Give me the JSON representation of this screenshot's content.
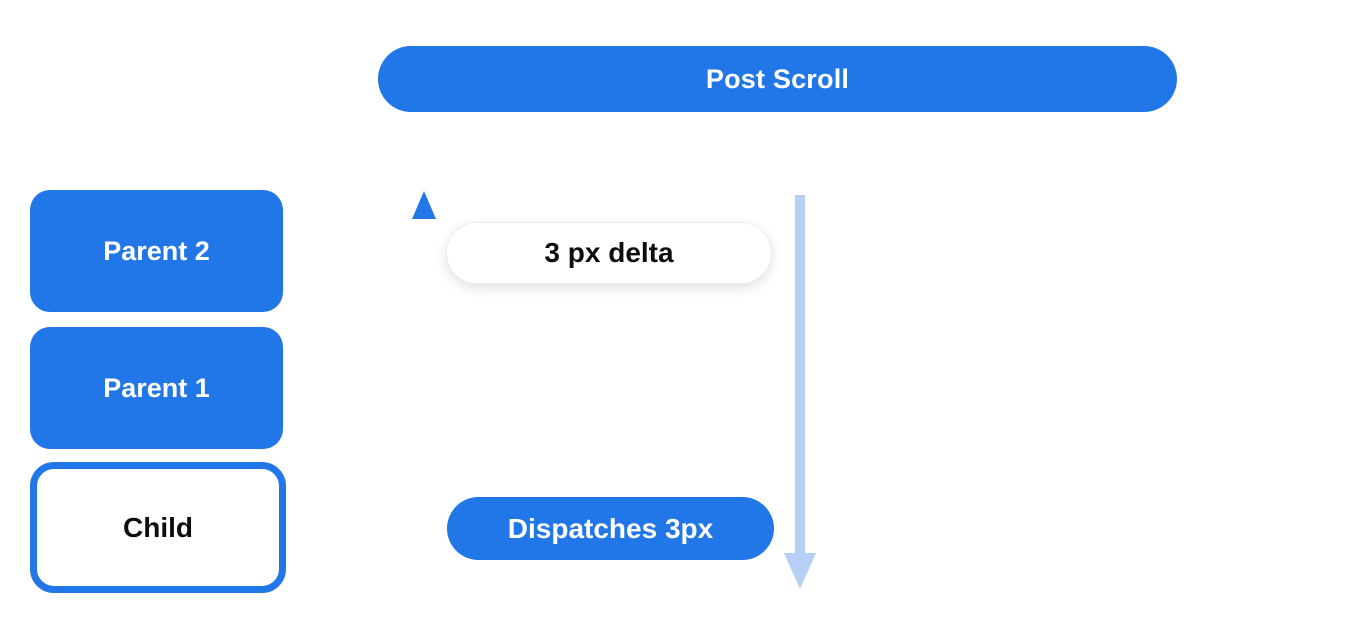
{
  "colors": {
    "primary_blue": "#2176e8",
    "light_blue": "#b6cff5",
    "pill_border": "#ededed",
    "text_dark": "#0d0d0d",
    "text_light": "#ffffff",
    "background": "#ffffff"
  },
  "header": {
    "label": "Post Scroll"
  },
  "nodes": [
    {
      "label": "Parent 2",
      "variant": "filled"
    },
    {
      "label": "Parent 1",
      "variant": "filled"
    },
    {
      "label": "Child",
      "variant": "outlined"
    }
  ],
  "flow": {
    "delta_label": "3 px delta",
    "dispatch_label": "Dispatches 3px"
  },
  "icons": {
    "up_arrow": "up-arrow-icon",
    "down_arrow": "down-arrow-icon"
  }
}
